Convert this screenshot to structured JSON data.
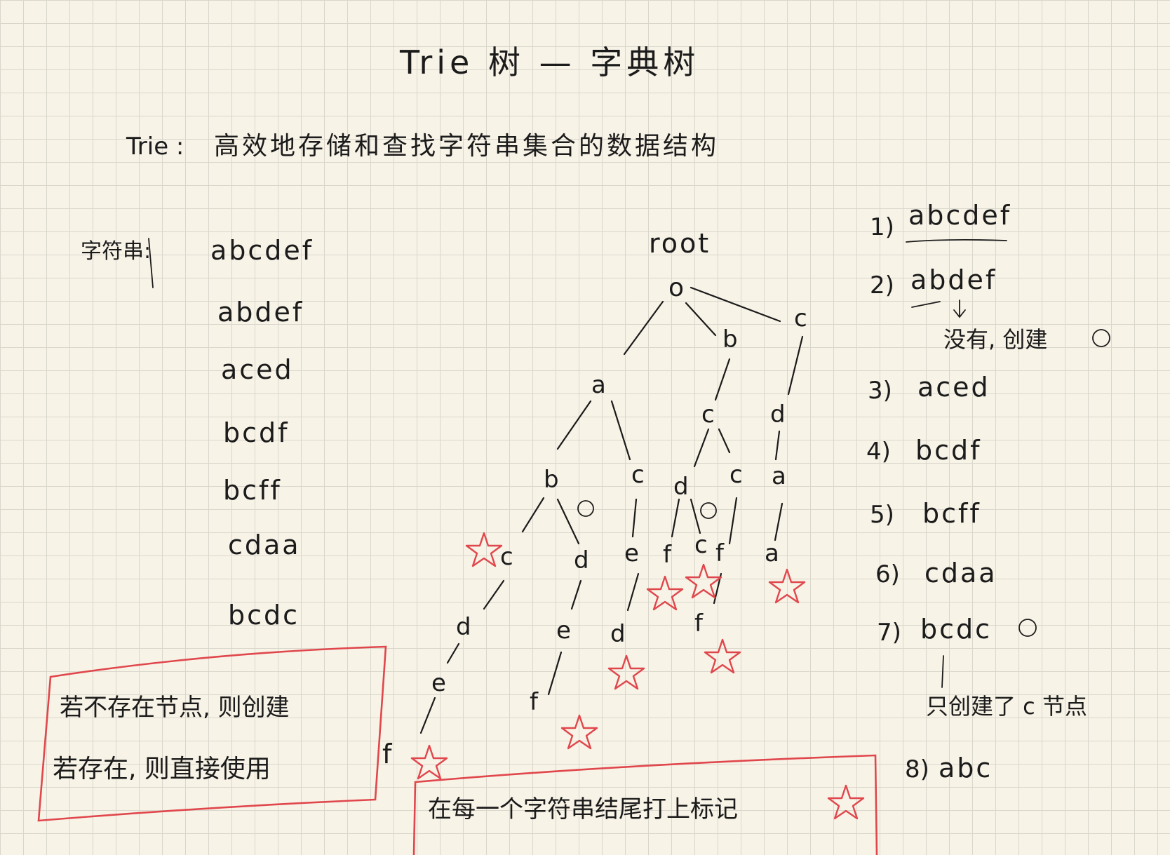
{
  "title": "Trie 树 — 字典树",
  "definition": {
    "label": "Trie :",
    "text": "高效地存储和查找字符串集合的数据结构"
  },
  "strings_label": "字符串:",
  "strings": [
    "abcdef",
    "abdef",
    "aced",
    "bcdf",
    "bcff",
    "cdaa",
    "bcdc"
  ],
  "root_label": "root",
  "insert_steps": [
    {
      "num": "1)",
      "word": "abcdef"
    },
    {
      "num": "2)",
      "word": "abdef"
    },
    {
      "num": "3)",
      "word": "aced"
    },
    {
      "num": "4)",
      "word": "bcdf"
    },
    {
      "num": "5)",
      "word": "bcff"
    },
    {
      "num": "6)",
      "word": "cdaa"
    },
    {
      "num": "7)",
      "word": "bcdc"
    },
    {
      "num": "8)",
      "word": "abc"
    }
  ],
  "notes": {
    "step2": "没有, 创建",
    "step7": "只创建了 c 节点",
    "box_left_line1": "若不存在节点, 则创建",
    "box_left_line2": "若存在, 则直接使用",
    "box_bottom": "在每一个字符串结尾打上标记"
  },
  "tree": {
    "root": "o",
    "nodes": {
      "a": "a",
      "b": "b",
      "c": "c",
      "ab": "b",
      "ac": "c",
      "bc": "c",
      "cd": "d",
      "abc": "c",
      "abd": "d",
      "ace": "e",
      "bcd": "d",
      "bcf": "c",
      "cda": "a",
      "abcd": "d",
      "abde": "e",
      "aced": "d",
      "bcdf": "f",
      "bcdc": "c",
      "bcff": "f",
      "cdaa": "a",
      "abcde": "e",
      "abdef": "f",
      "bcff2": "f",
      "abcdef": "f"
    }
  },
  "colors": {
    "ink": "#1b1b1b",
    "marker": "#e0474c",
    "paper": "#f8f3e7"
  }
}
